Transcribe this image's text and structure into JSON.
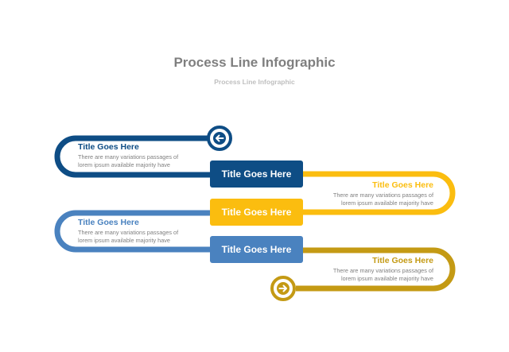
{
  "header": {
    "title": "Process Line Infographic",
    "subtitle": "Process Line Infographic"
  },
  "colors": {
    "navy": "#0e4d85",
    "yellow": "#fbbd0f",
    "light_blue": "#4a82bf",
    "gold": "#c49a14",
    "title_gray": "#7f7f7f"
  },
  "start_icon": "arrow-left-circle-icon",
  "end_icon": "arrow-right-circle-icon",
  "steps": [
    {
      "title": "Title Goes Here",
      "text": "There are many variations passages of lorem ipsum available  majority have suffered",
      "box_label": "Title Goes Here"
    },
    {
      "title": "Title Goes Here",
      "text": "There are many variations passages of lorem ipsum available  majority have suffered",
      "box_label": "Title Goes Here"
    },
    {
      "title": "Title Goes Here",
      "text": "There are many variations passages of lorem ipsum available  majority have suffered",
      "box_label": "Title Goes Here"
    },
    {
      "title": "Title Goes Here",
      "text": "There are many variations passages of lorem ipsum available  majority have suffered"
    }
  ]
}
